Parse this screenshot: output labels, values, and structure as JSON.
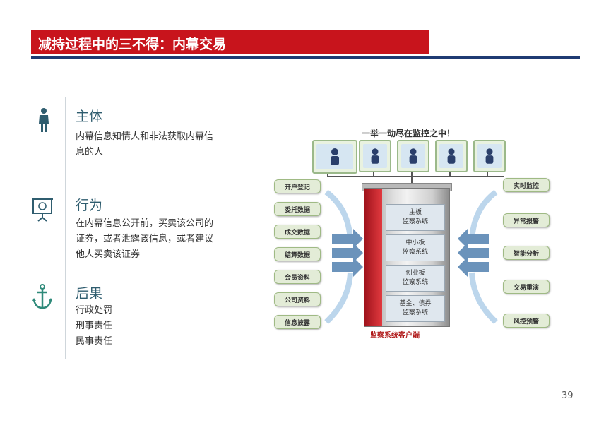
{
  "title": "减持过程中的三不得：内幕交易",
  "sections": [
    {
      "heading": "主体",
      "icon": "person-icon",
      "lines": [
        "内幕信息知情人和非法获取内幕信",
        "息的人"
      ]
    },
    {
      "heading": "行为",
      "icon": "presentation-board-icon",
      "lines": [
        "在内幕信息公开前，买卖该公司的",
        "证券，或者泄露该信息，或者建议",
        "他人买卖该证券"
      ]
    },
    {
      "heading": "后果",
      "icon": "anchor-icon",
      "lines": [
        "行政处罚",
        "刑事责任",
        "民事责任"
      ]
    }
  ],
  "diagram": {
    "caption": "一举一动尽在监控之中！",
    "left_items": [
      "开户登记",
      "委托数据",
      "成交数据",
      "结算数据",
      "会员资料",
      "公司资料",
      "信息披露"
    ],
    "right_items": [
      "实时监控",
      "异常报警",
      "智能分析",
      "交易重演",
      "风控预警"
    ],
    "modules": [
      {
        "l1": "主板",
        "l2": "监察系统"
      },
      {
        "l1": "中小板",
        "l2": "监察系统"
      },
      {
        "l1": "创业板",
        "l2": "监察系统"
      },
      {
        "l1": "基金、债券",
        "l2": "监察系统"
      }
    ],
    "footer": "监察系统客户端"
  },
  "page_number": "39",
  "colors": {
    "title_bar": "#c8141c",
    "rule": "#1f3b73",
    "heading": "#2f5d6f",
    "server_red": "#c8141c"
  }
}
